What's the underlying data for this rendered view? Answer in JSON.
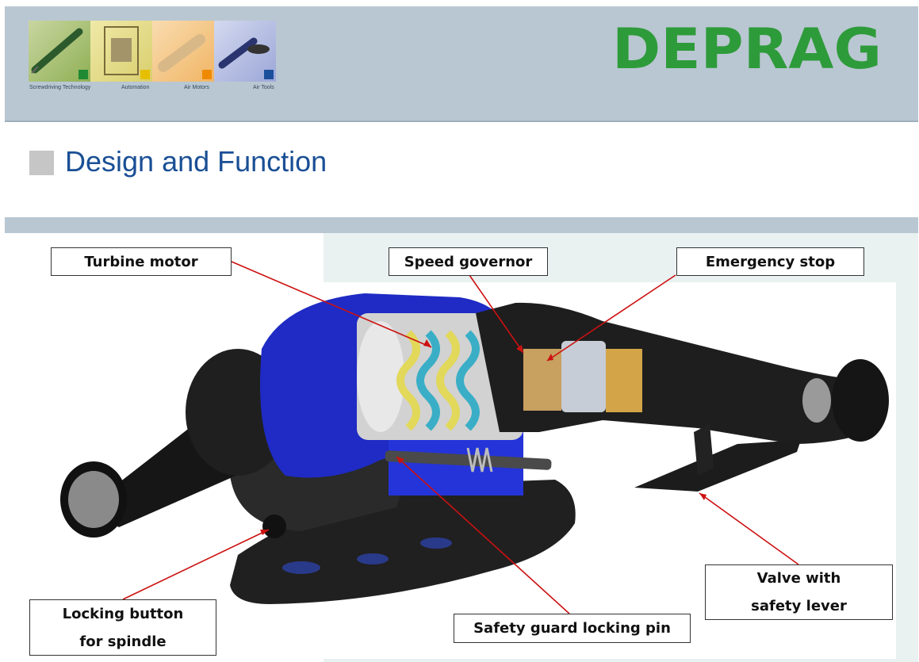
{
  "header": {
    "logo_captions": [
      "Screwdriving Technology",
      "Automation",
      "Air Motors",
      "Air Tools"
    ],
    "logo_accent_colors": [
      "#1f8a33",
      "#e6c000",
      "#ef8a00",
      "#1b4f9c"
    ],
    "brand": "DEPRAG",
    "brand_color": "#2e9b3a"
  },
  "slide": {
    "title": "Design and Function",
    "title_color": "#1a4f95"
  },
  "callouts": {
    "turbine_motor": "Turbine motor",
    "speed_governor": "Speed governor",
    "emergency_stop": "Emergency stop",
    "valve_line1": "Valve with",
    "valve_line2": "safety lever",
    "locking_line1": "Locking button",
    "locking_line2": "for spindle",
    "safety_pin": "Safety guard locking pin"
  },
  "colors": {
    "leader_line": "#cc1111",
    "housing_blue": "#1f2bc4",
    "body_black": "#1e1e1e"
  }
}
